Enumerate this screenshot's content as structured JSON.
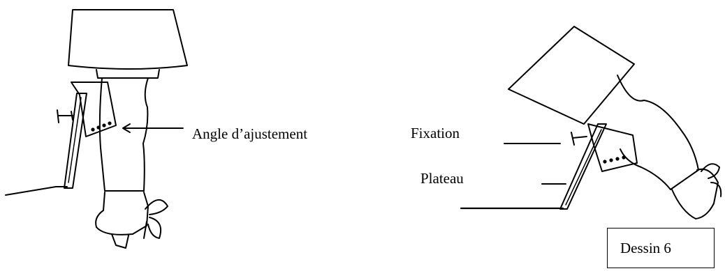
{
  "labels": {
    "trim_angle": "Angle d’ajustement",
    "clamp": "Fixation",
    "transom": "Plateau",
    "caption": "Dessin 6"
  },
  "colors": {
    "ink": "#000000",
    "paper": "#ffffff"
  }
}
